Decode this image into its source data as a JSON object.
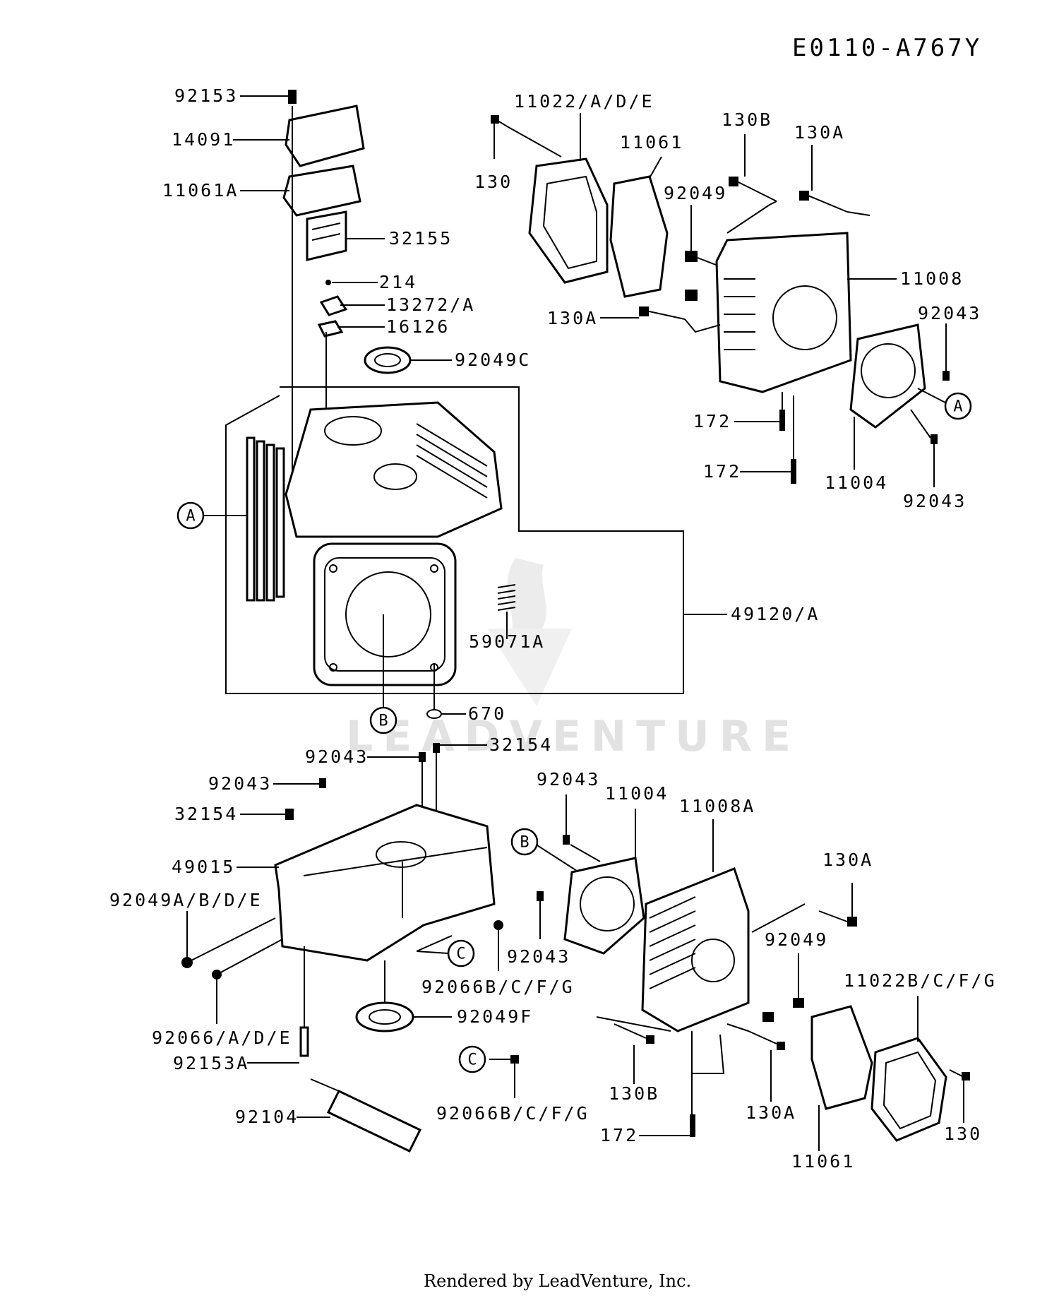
{
  "diagram_code": "E0110-A767Y",
  "footer": "Rendered by LeadVenture, Inc.",
  "watermark": "LEADVENTURE",
  "callout_letters": {
    "a": "A",
    "b": "B",
    "c": "C"
  },
  "part_labels": {
    "p92153": "92153",
    "p14091": "14091",
    "p11061A": "11061A",
    "p32155": "32155",
    "p214": "214",
    "p13272": "13272/A",
    "p16126": "16126",
    "p92049C": "92049C",
    "p49120": "49120/A",
    "p59071A": "59071A",
    "p670": "670",
    "p11022ADE": "11022/A/D/E",
    "p130_top": "130",
    "p11061_top": "11061",
    "p130B_top": "130B",
    "p130A_top": "130A",
    "p92049_top": "92049",
    "p11008": "11008",
    "p130A_mid": "130A",
    "p92043_r1": "92043",
    "p172_a": "172",
    "p172_b": "172",
    "p11004_top": "11004",
    "p92043_r2": "92043",
    "p92043_b1": "92043",
    "p32154_b1": "32154",
    "p92043_b2": "92043",
    "p32154_b2": "32154",
    "p49015": "49015",
    "p92049ABDE": "92049A/B/D/E",
    "p92066ADE": "92066/A/D/E",
    "p92153A": "92153A",
    "p92104": "92104",
    "p92049F": "92049F",
    "p92066BCFG_1": "92066B/C/F/G",
    "p92066BCFG_2": "92066B/C/F/G",
    "p92043_b3": "92043",
    "p11004_bot": "11004",
    "p11008A": "11008A",
    "p92043_b4": "92043",
    "p130A_b1": "130A",
    "p92049_bot": "92049",
    "p11022BCFG": "11022B/C/F/G",
    "p130B_bot": "130B",
    "p130A_b2": "130A",
    "p172_bot": "172",
    "p11061_bot": "11061",
    "p130_bot": "130"
  }
}
